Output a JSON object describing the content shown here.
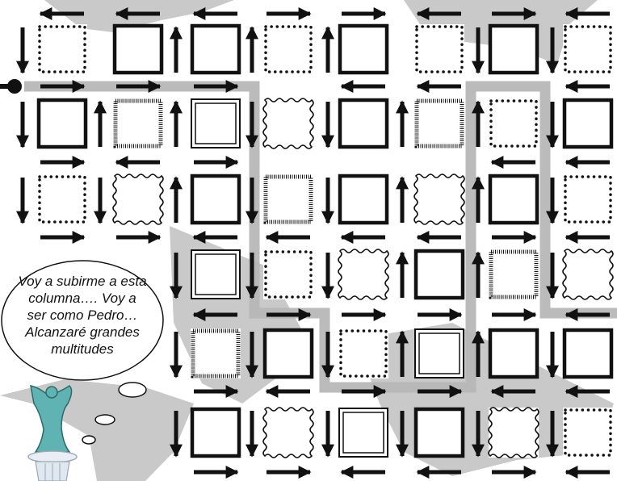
{
  "speech_bubble": {
    "lines": [
      "Voy a subirme a esta",
      "columna…. Voy a",
      "ser como Pedro…",
      "Alcanzaré  grandes",
      "multitudes"
    ]
  },
  "colors": {
    "background": "#ffffff",
    "shadow": "#c9c9c9",
    "path": "#b7b7b7",
    "ink": "#111111",
    "statue": "#5fb3b3"
  },
  "grid": {
    "box_styles": [
      [
        "dotted",
        "solid",
        "solid",
        "dotted",
        "solid",
        "dotted",
        "solid",
        "dotted"
      ],
      [
        "solid",
        "hatched",
        "double",
        "wavy",
        "solid",
        "hatched",
        "dotted",
        "solid"
      ],
      [
        "dotted",
        "wavy",
        "solid",
        "hatched",
        "solid",
        "wavy",
        "solid",
        "dotted"
      ],
      [
        "",
        "",
        "double",
        "dotted",
        "wavy",
        "solid",
        "hatched",
        "wavy"
      ],
      [
        "",
        "",
        "hatched",
        "solid",
        "dotted",
        "double",
        "solid",
        "solid"
      ],
      [
        "",
        "",
        "solid",
        "wavy",
        "double",
        "solid",
        "wavy",
        "dotted"
      ]
    ],
    "horizontal_arrows": [
      [
        "left",
        "left",
        "left",
        "right",
        "right",
        "left",
        "right",
        "left"
      ],
      [
        "right",
        "right",
        "right",
        "",
        "left",
        "left",
        "",
        "left"
      ],
      [
        "right",
        "left",
        "right",
        "",
        "",
        "",
        "left",
        "left"
      ],
      [
        "right",
        "right",
        "left",
        "left",
        "left",
        "left",
        "right",
        "left"
      ],
      [
        "",
        "",
        "left",
        "right",
        "right",
        "right",
        "right",
        "left"
      ],
      [
        "",
        "",
        "right",
        "left",
        "right",
        "right",
        "left",
        "left"
      ],
      [
        "",
        "",
        "right",
        "right",
        "left",
        "left",
        "right",
        "left"
      ]
    ],
    "vertical_arrows": [
      [
        "down",
        "",
        "up",
        "up",
        "up",
        "",
        "down",
        "down"
      ],
      [
        "down",
        "up",
        "up",
        "down",
        "down",
        "up",
        "up",
        "down"
      ],
      [
        "down",
        "down",
        "up",
        "down",
        "down",
        "up",
        "up",
        "down"
      ],
      [
        "",
        "",
        "down",
        "down",
        "down",
        "up",
        "up",
        "down"
      ],
      [
        "",
        "",
        "down",
        "down",
        "down",
        "up",
        "up",
        "down"
      ],
      [
        "",
        "",
        "down",
        "down",
        "down",
        "down",
        "down",
        "down"
      ]
    ]
  }
}
